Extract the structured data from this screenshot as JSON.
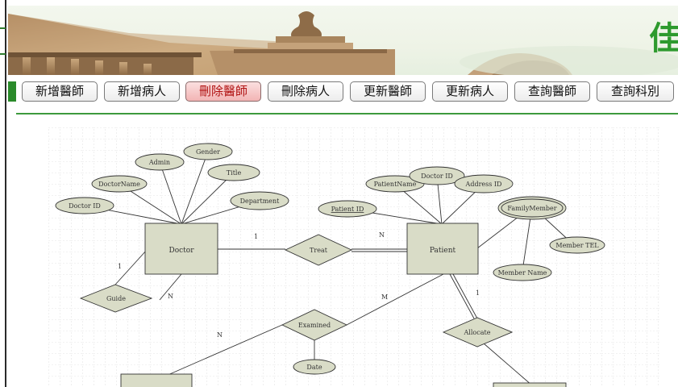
{
  "logo": {
    "text": "佳"
  },
  "nav": {
    "items": [
      {
        "label": "新增醫師"
      },
      {
        "label": "新增病人"
      },
      {
        "label": "刪除醫師"
      },
      {
        "label": "刪除病人"
      },
      {
        "label": "更新醫師"
      },
      {
        "label": "更新病人"
      },
      {
        "label": "查詢醫師"
      },
      {
        "label": "查詢科別"
      }
    ]
  },
  "diagram": {
    "entities": {
      "doctor": "Doctor",
      "patient": "Patient"
    },
    "relationships": {
      "treat": "Treat",
      "guide": "Guide",
      "examined": "Examined",
      "allocate": "Allocate"
    },
    "attributes": {
      "doctor_id": "Doctor ID",
      "doctor_name": "DoctorName",
      "admin": "Admin",
      "gender": "Gender",
      "title": "Title",
      "department": "Department",
      "patient_id": "Patient ID",
      "patient_name": "PatientName",
      "doctor_id_2": "Doctor ID",
      "address_id": "Address ID",
      "family_member": "FamilyMember",
      "member_tel": "Member TEL",
      "member_name": "Member Name",
      "date": "Date"
    },
    "cardinalities": {
      "treat_doctor": "1",
      "treat_patient": "N",
      "guide_top": "1",
      "guide_bottom": "N",
      "examined_left": "N",
      "examined_right": "M",
      "allocate_top": "1"
    }
  },
  "colors": {
    "green_accent": "#3d9a3d",
    "active_text": "#b01010",
    "shape_fill": "#d9dcc7"
  }
}
